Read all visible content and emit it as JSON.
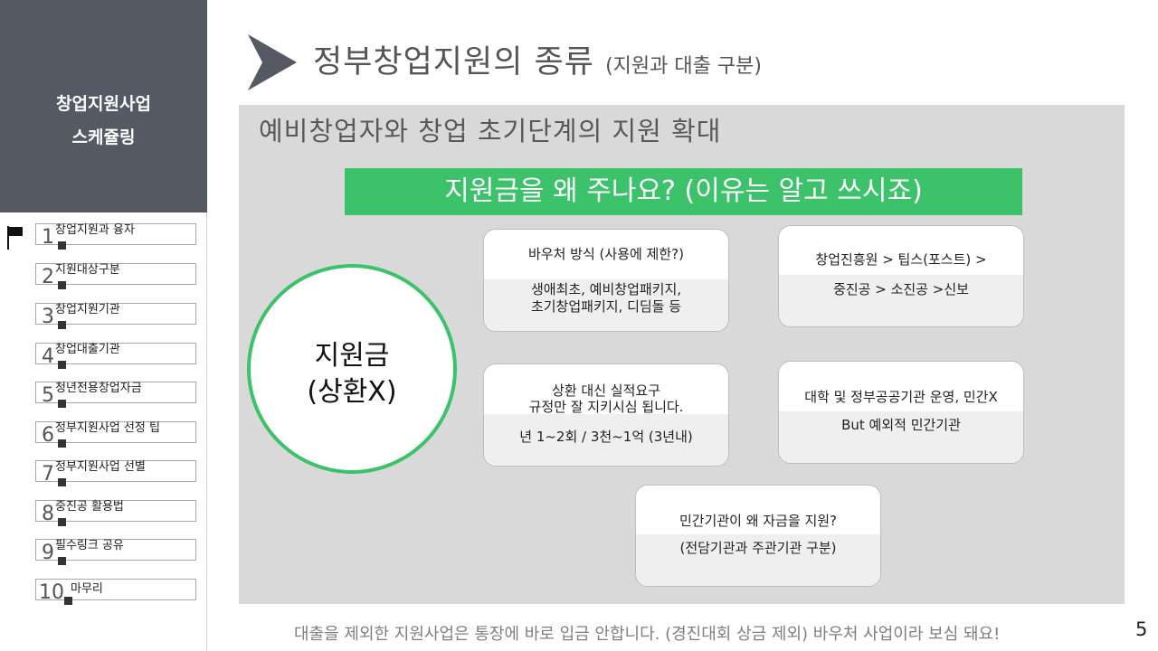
{
  "sidebar": {
    "title_line1": "창업지원사업",
    "title_line2": "스케쥴링",
    "items": [
      {
        "num": "1",
        "label": "창업지원과 융자"
      },
      {
        "num": "2",
        "label": "지원대상구분"
      },
      {
        "num": "3",
        "label": "창업지원기관"
      },
      {
        "num": "4",
        "label": "창업대출기관"
      },
      {
        "num": "5",
        "label": "청년전용창업자금"
      },
      {
        "num": "6",
        "label": "정부지원사업 선정 팁"
      },
      {
        "num": "7",
        "label": "정부지원사업 선별"
      },
      {
        "num": "8",
        "label": "중진공 활용법"
      },
      {
        "num": "9",
        "label": "필수링크 공유"
      },
      {
        "num": "10",
        "label": "마무리"
      }
    ]
  },
  "header": {
    "title": "정부창업지원의 종류",
    "subtitle": "(지원과 대출 구분)"
  },
  "main": {
    "heading": "예비창업자와 창업 초기단계의 지원 확대",
    "banner": "지원금을 왜 주나요? (이유는 알고 쓰시죠)",
    "circle": {
      "line1": "지원금",
      "line2": "(상환X)"
    },
    "cards": {
      "voucher": {
        "top": "바우처 방식 (사용에 제한?)",
        "bottom_l1": "생애최초, 예비창업패키지,",
        "bottom_l2": "초기창업패키지, 디딤돌 등"
      },
      "agencies": {
        "top": "창업진흥원 > 팁스(포스트) >",
        "bottom": "중진공 > 소진공 >신보"
      },
      "performance": {
        "top_l1": "상환 대신 실적요구",
        "top_l2": "규정만 잘 지키시심 됩니다.",
        "bottom": "년 1~2회 / 3천~1억 (3년내)"
      },
      "operation": {
        "top": "대학 및 정부공공기관 운영, 민간X",
        "bottom": "But 예외적 민간기관"
      },
      "private": {
        "top": "민간기관이 왜 자금을 지원?",
        "bottom": "(전담기관과 주관기관 구분)"
      }
    }
  },
  "footer": {
    "note": "대출을 제외한 지원사업은 통장에  바로 입금 안합니다. (경진대회 상금 제외) 바우처 사업이라 보심 돼요!",
    "page_number": "5"
  },
  "colors": {
    "sidebar_header": "#545963",
    "accent_green": "#3cc26a",
    "panel_bg": "#d9d9d9"
  },
  "icons": {
    "flag": "flag-icon",
    "chevron": "chevron-right-icon"
  }
}
